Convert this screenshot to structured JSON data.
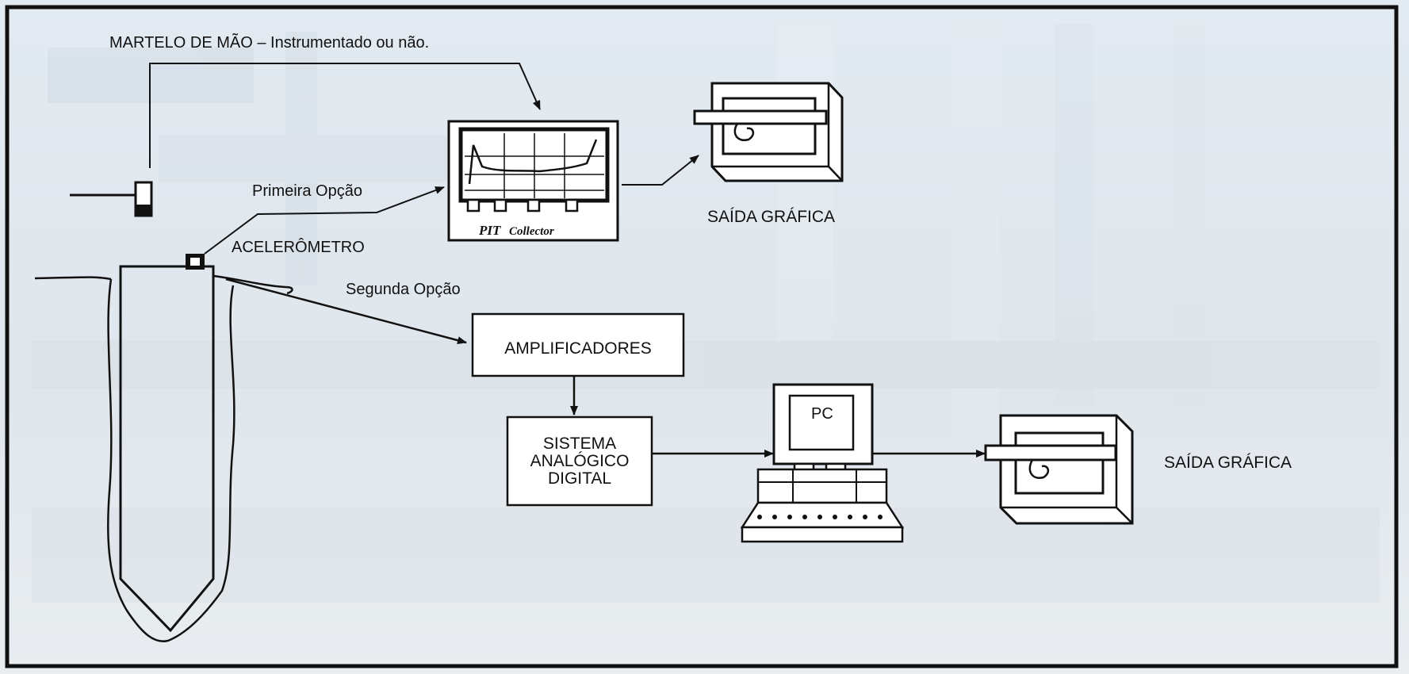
{
  "labels": {
    "hammer": "MARTELO DE MÃO – Instrumentado ou não.",
    "first_option": "Primeira  Opção",
    "second_option": "Segunda  Opção",
    "accelerometer": "ACELERÔMETRO",
    "pit_brand": "PIT",
    "pit_model": "Collector",
    "graphic_output_top": "SAÍDA GRÁFICA",
    "graphic_output_bottom": "SAÍDA GRÁFICA",
    "amplifiers": "AMPLIFICADORES",
    "ad_system_line1": "SISTEMA",
    "ad_system_line2": "ANALÓGICO",
    "ad_system_line3": "DIGITAL",
    "pc": "PC"
  },
  "colors": {
    "frame": "#111111",
    "background_tint": "#dfe7ee",
    "box_fill": "#ffffff"
  }
}
